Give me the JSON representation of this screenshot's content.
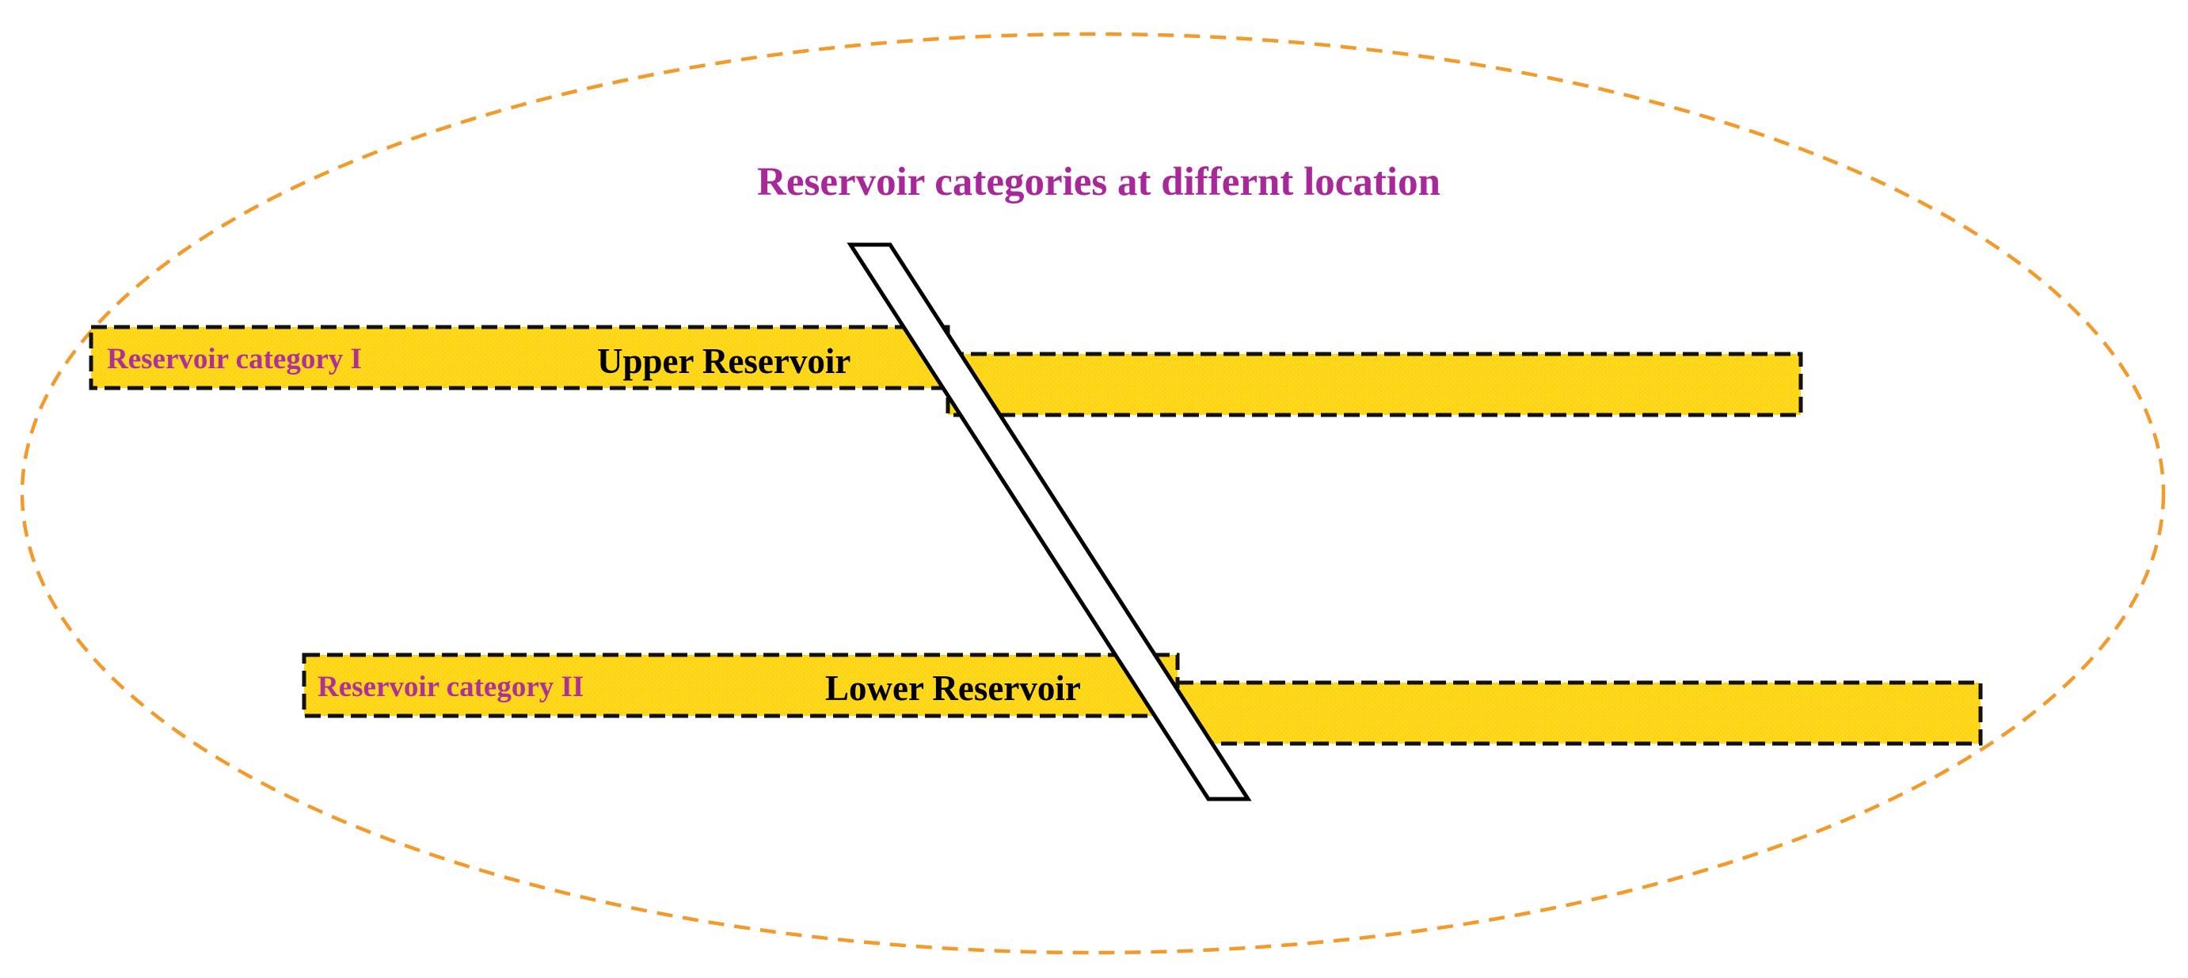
{
  "diagram": {
    "title": "Reservoir categories at differnt location",
    "upper": {
      "category_label": "Reservoir category I",
      "reservoir_label": "Upper Reservoir"
    },
    "lower": {
      "category_label": "Reservoir category II",
      "reservoir_label": "Lower Reservoir"
    }
  },
  "colors": {
    "title": "#A8289A",
    "category_label": "#B0309A",
    "reservoir_label": "#000000",
    "layer_fill": "#FFD512",
    "layer_border": "#111111",
    "boundary": "#F39A2A",
    "fault_fill": "#FFFFFF",
    "fault_stroke": "#000000"
  }
}
